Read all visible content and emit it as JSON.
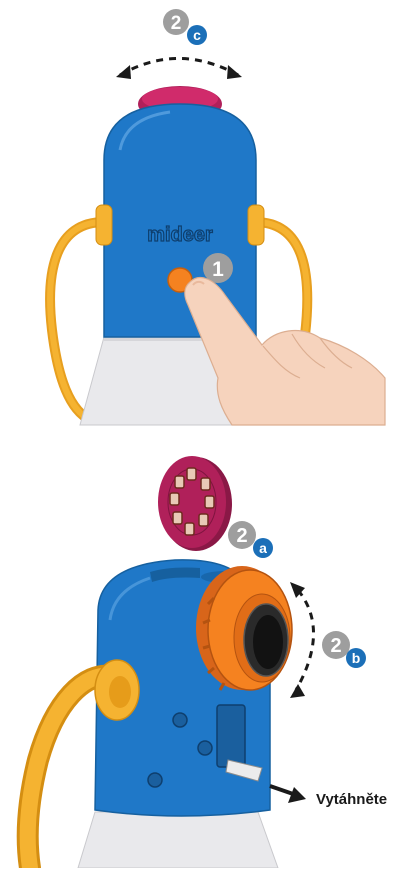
{
  "steps": {
    "step1": {
      "number": "1"
    },
    "step2a": {
      "number": "2",
      "letter": "a"
    },
    "step2b": {
      "number": "2",
      "letter": "b"
    },
    "step2c": {
      "number": "2",
      "letter": "c"
    }
  },
  "brand": {
    "logo_text": "mideer"
  },
  "instruction": {
    "pull_label": "Vytáhněte"
  },
  "colors": {
    "body_blue": "#1f78c8",
    "knob_orange": "#f58220",
    "disc_magenta": "#b0205a",
    "handle_yellow": "#f5b331",
    "badge_gray": "#9e9e9e",
    "badge_blue": "#1b6fb8"
  }
}
